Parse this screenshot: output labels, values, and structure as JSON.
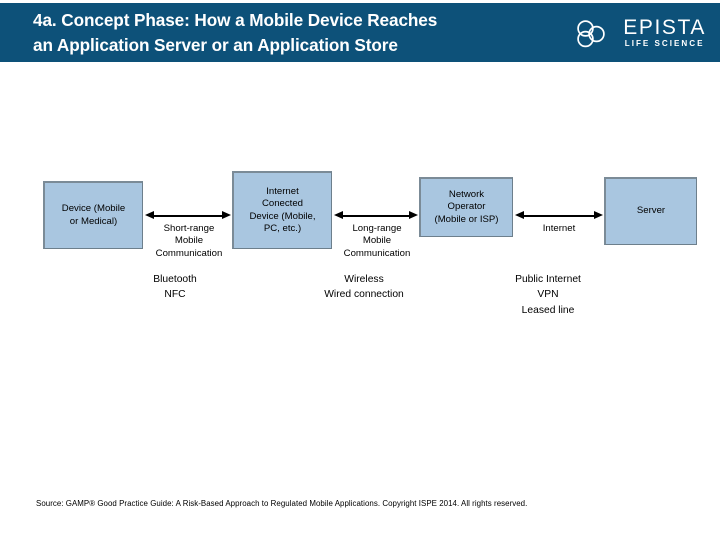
{
  "header": {
    "title": "4a. Concept Phase: How a Mobile Device Reaches\nan Application Server or an Application Store",
    "background_color": "#0d5179",
    "logo": {
      "mark": "trefoil-rings-logo",
      "wordmark": "EPISTA",
      "tagline": "LIFE SCIENCE"
    }
  },
  "diagram": {
    "type": "flow",
    "box_fill_color": "#a9c6e0",
    "box_border_color": "#6d7f8c",
    "nodes": [
      {
        "id": "device",
        "label": "Device (Mobile\nor Medical)"
      },
      {
        "id": "internet_device",
        "label": "Internet\nConected\nDevice (Mobile,\nPC, etc.)"
      },
      {
        "id": "operator",
        "label": "Network\nOperator\n(Mobile or ISP)"
      },
      {
        "id": "server",
        "label": "Server"
      }
    ],
    "connectors": [
      {
        "id": "conn-1",
        "from": "device",
        "to": "internet_device",
        "direction": "bidirectional",
        "label": "Short-range\nMobile\nCommunication"
      },
      {
        "id": "conn-2",
        "from": "internet_device",
        "to": "operator",
        "direction": "bidirectional",
        "label": "Long-range\nMobile\nCommunication"
      },
      {
        "id": "conn-3",
        "from": "operator",
        "to": "server",
        "direction": "bidirectional",
        "label": "Internet"
      }
    ]
  },
  "annotations": [
    {
      "id": "annotation-1",
      "text": "Bluetooth\nNFC"
    },
    {
      "id": "annotation-2",
      "text": "Wireless\nWired connection"
    },
    {
      "id": "annotation-3",
      "text": "Public Internet\nVPN\nLeased line"
    }
  ],
  "footer": {
    "source": "Source: GAMP® Good Practice Guide: A Risk-Based Approach to Regulated Mobile Applications. Copyright ISPE 2014. All rights reserved."
  }
}
